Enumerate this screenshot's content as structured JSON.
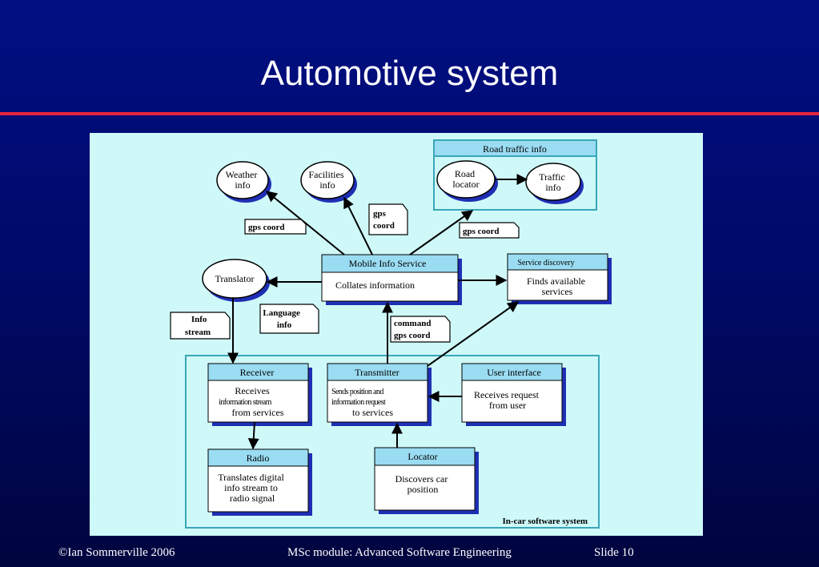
{
  "slide": {
    "title": "Automotive system"
  },
  "footer": {
    "copyright": "©Ian Sommerville 2006",
    "module": "MSc module: Advanced Software Engineering",
    "slide_label": "Slide",
    "slide_number": "10"
  },
  "diagram": {
    "containers": {
      "road_traffic": "Road traffic info",
      "in_car": "In-car software system"
    },
    "nodes": {
      "weather": [
        "Weather",
        "info"
      ],
      "facilities": [
        "Facilities",
        "info"
      ],
      "road_locator": [
        "Road",
        "locator"
      ],
      "traffic_info": [
        "Traffic",
        "info"
      ],
      "translator": [
        "Translator"
      ]
    },
    "boxes": {
      "mobile_info": {
        "title": "Mobile Info Service",
        "body": [
          "Collates information"
        ]
      },
      "service_discovery": {
        "title": "Service discovery",
        "body": [
          "Finds available",
          "services"
        ]
      },
      "receiver": {
        "title": "Receiver",
        "body": [
          "Receives",
          "information stream",
          "from services"
        ]
      },
      "transmitter": {
        "title": "Transmitter",
        "body": [
          "Sends position and",
          "information request",
          "to services"
        ]
      },
      "user_interface": {
        "title": "User interface",
        "body": [
          "Receives request",
          "from user"
        ]
      },
      "radio": {
        "title": "Radio",
        "body": [
          "Translates digital",
          "info stream to",
          "radio signal"
        ]
      },
      "locator": {
        "title": "Locator",
        "body": [
          "Discovers car",
          "position"
        ]
      }
    },
    "labels": {
      "gps_coord_left": [
        "gps coord"
      ],
      "gps_coord_mid": [
        "gps",
        "coord"
      ],
      "gps_coord_right": [
        "gps coord"
      ],
      "info_stream": [
        "Info",
        "stream"
      ],
      "language_info": [
        "Language",
        "info"
      ],
      "command_gps": [
        "command",
        "gps coord"
      ]
    }
  },
  "colors": {
    "slide_background": "#000a6a",
    "title_rule": "#e8243c",
    "diagram_background": "#cff9f9",
    "box_header": "#9adcf2",
    "shadow": "#1f2fb4",
    "container_border": "#39a6b8"
  }
}
